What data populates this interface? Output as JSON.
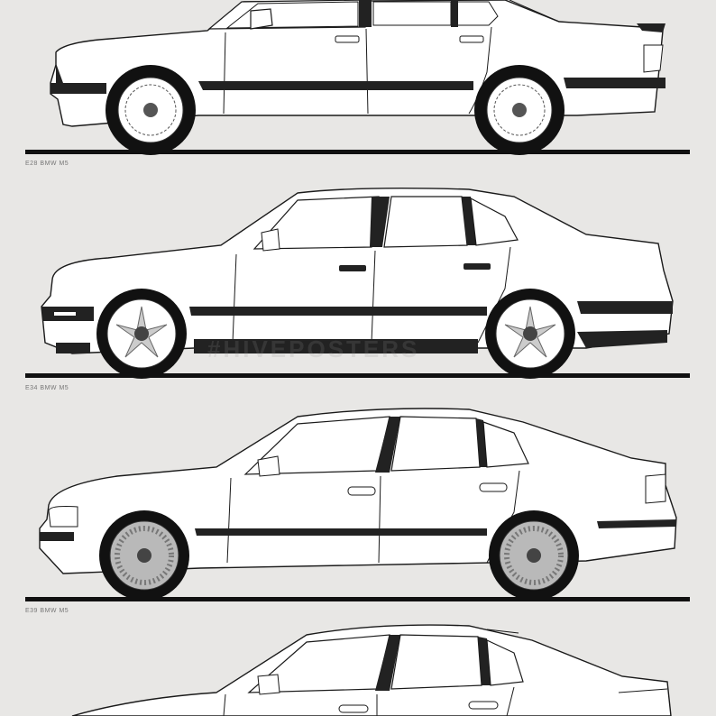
{
  "poster": {
    "cars": [
      {
        "caption": "E28 BMW M5"
      },
      {
        "caption": "E34 BMW M5"
      },
      {
        "caption": "E39 BMW M5"
      },
      {
        "caption": ""
      }
    ],
    "watermark": "#HIVEPOSTERS",
    "colors": {
      "background": "#e8e7e5",
      "body": "#ffffff",
      "outline": "#1a1a1a",
      "trim": "#222222"
    }
  }
}
